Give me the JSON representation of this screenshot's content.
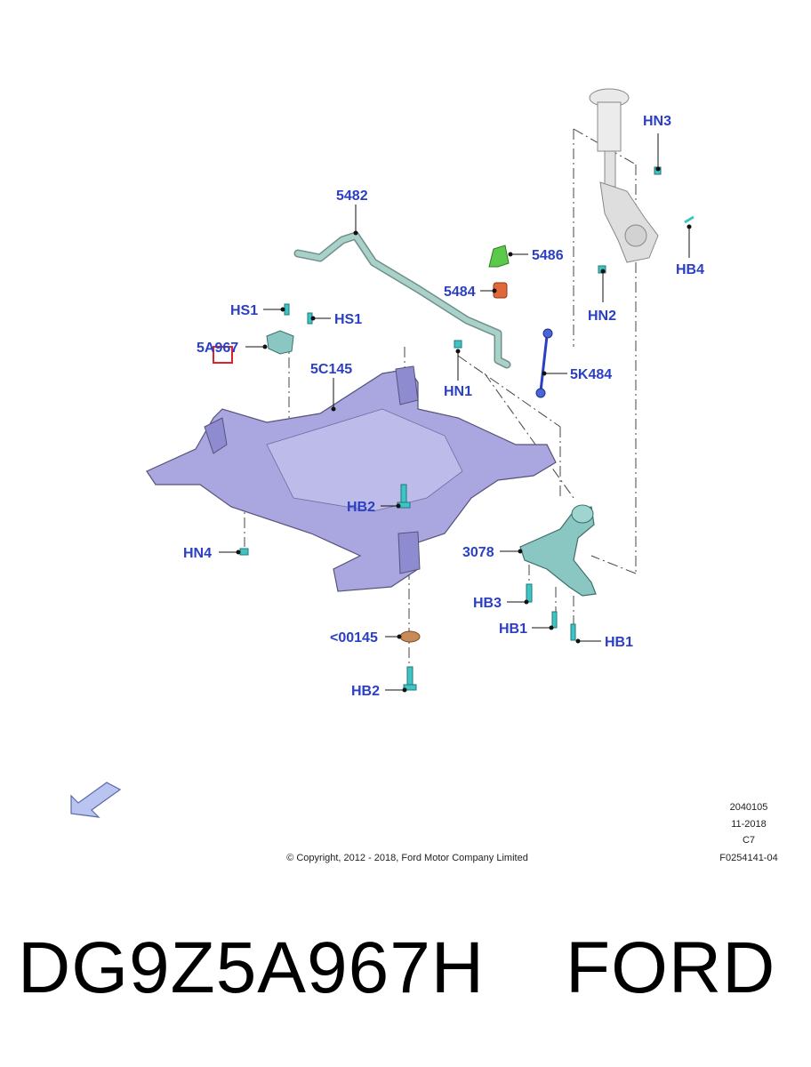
{
  "callouts": {
    "hn3": "HN3",
    "hb4": "HB4",
    "hn2": "HN2",
    "p5482": "5482",
    "p5486": "5486",
    "p5484": "5484",
    "hs1_a": "HS1",
    "hs1_b": "HS1",
    "p5a967": "5A967",
    "p5c145": "5C145",
    "hn1": "HN1",
    "p5k484": "5K484",
    "hb2_top": "HB2",
    "hn4": "HN4",
    "p3078": "3078",
    "hb3": "HB3",
    "hb1_a": "HB1",
    "hb1_b": "HB1",
    "p00145": "<00145",
    "hb2_bottom": "HB2"
  },
  "meta": {
    "line1": "2040105",
    "line2": "11-2018",
    "line3": "C7",
    "line4": "F0254141-04",
    "copyright": "© Copyright, 2012 - 2018, Ford Motor Company Limited"
  },
  "footer": {
    "part_number": "DG9Z5A967H",
    "brand": "FORD"
  },
  "colors": {
    "callout_text": "#2b3fc4",
    "subframe": "#a9a6e0",
    "stabilizer_bar": "#a9d1c9",
    "bracket_green": "#5bc94a",
    "bushing_orange": "#e0683a",
    "washer_bronze": "#c88a56",
    "fastener_teal": "#3ec4c4",
    "highlight_box": "#e0202a"
  }
}
